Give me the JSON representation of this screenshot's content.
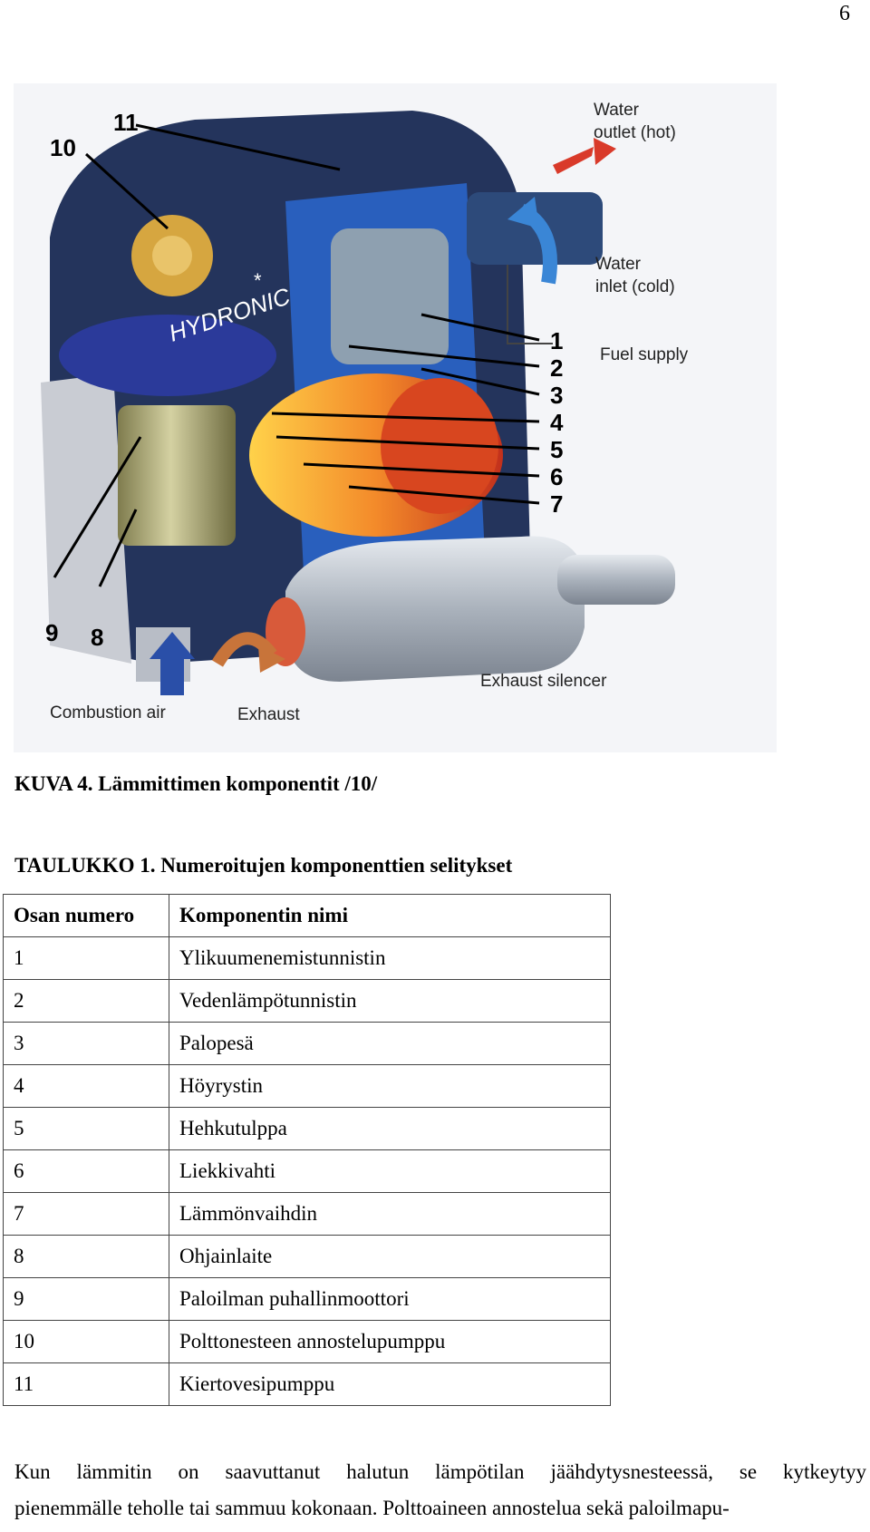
{
  "page": {
    "number": "6"
  },
  "figure": {
    "labels": {
      "water_outlet_1": "Water",
      "water_outlet_2": "outlet (hot)",
      "water_inlet_1": "Water",
      "water_inlet_2": "inlet (cold)",
      "fuel_supply": "Fuel supply",
      "exhaust_silencer": "Exhaust silencer",
      "combustion_air": "Combustion air",
      "exhaust": "Exhaust",
      "brand": "HYDRONIC",
      "asterisk": "*"
    },
    "numbers": [
      "1",
      "2",
      "3",
      "4",
      "5",
      "6",
      "7",
      "8",
      "9",
      "10",
      "11"
    ],
    "colors": {
      "housing": "#24345c",
      "water_jacket": "#2a64c8",
      "flame": "#ee7a22",
      "motor": "#a6a472",
      "silencer": "#b4bcc6",
      "arrow_hot": "#d93a2a",
      "arrow_cold": "#3a86d6",
      "arrow_air": "#2a4fa8",
      "arrow_exhaust": "#c8743a"
    }
  },
  "caption": "KUVA 4. Lämmittimen komponentit /10/",
  "table": {
    "title": "TAULUKKO 1. Numeroitujen komponenttien selitykset",
    "headers": [
      "Osan numero",
      "Komponentin nimi"
    ],
    "rows": [
      [
        "1",
        "Ylikuumenemistunnistin"
      ],
      [
        "2",
        "Vedenlämpötunnistin"
      ],
      [
        "3",
        "Palopesä"
      ],
      [
        "4",
        "Höyrystin"
      ],
      [
        "5",
        "Hehkutulppa"
      ],
      [
        "6",
        "Liekkivahti"
      ],
      [
        "7",
        "Lämmönvaihdin"
      ],
      [
        "8",
        "Ohjainlaite"
      ],
      [
        "9",
        "Paloilman puhallinmoottori"
      ],
      [
        "10",
        "Polttonesteen annostelupumppu"
      ],
      [
        "11",
        "Kiertovesipumppu"
      ]
    ]
  },
  "body": {
    "line1": "Kun lämmitin on saavuttanut halutun lämpötilan jäähdytysnesteessä, se kytkeytyy",
    "line2": "pienemmälle teholle tai sammuu kokonaan. Polttoaineen annostelua sekä paloilmapu-"
  }
}
